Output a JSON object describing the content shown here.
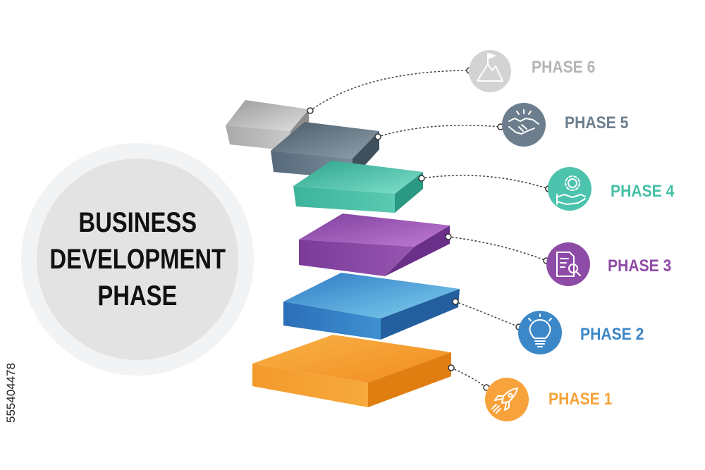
{
  "title": {
    "line1": "BUSINESS",
    "line2": "DEVELOPMENT",
    "line3": "PHASE"
  },
  "phases": [
    {
      "label": "PHASE 1",
      "icon": "rocket-icon",
      "color": "#f7a23a"
    },
    {
      "label": "PHASE 2",
      "icon": "lightbulb-icon",
      "color": "#3c87c8"
    },
    {
      "label": "PHASE 3",
      "icon": "document-search-icon",
      "color": "#8e4aa7"
    },
    {
      "label": "PHASE 4",
      "icon": "gear-hand-icon",
      "color": "#4cc3ad"
    },
    {
      "label": "PHASE 5",
      "icon": "handshake-icon",
      "color": "#6c7e8d"
    },
    {
      "label": "PHASE 6",
      "icon": "mountain-flag-icon",
      "color": "#c8c8c8"
    }
  ],
  "watermark_id": "555404478",
  "colors": {
    "label_phase1": "#f7a23a",
    "label_phase2": "#3c87c8",
    "label_phase3": "#8e4aa7",
    "label_phase4": "#45bfa6",
    "label_phase5": "#6c7e8d",
    "label_phase6": "#b5b5b5"
  }
}
